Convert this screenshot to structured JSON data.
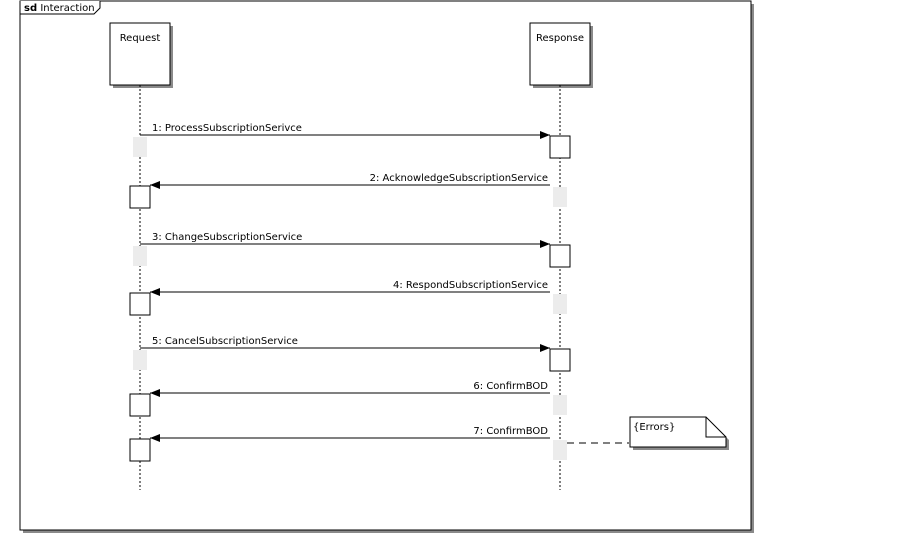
{
  "frame": {
    "keyword": "sd",
    "name": "Interaction"
  },
  "lifelines": [
    {
      "label": "Request"
    },
    {
      "label": "Response"
    }
  ],
  "messages": [
    {
      "label": "1: ProcessSubscriptionSerivce",
      "from": 0,
      "to": 1
    },
    {
      "label": "2: AcknowledgeSubscriptionService",
      "from": 1,
      "to": 0
    },
    {
      "label": "3: ChangeSubscriptionService",
      "from": 0,
      "to": 1
    },
    {
      "label": "4: RespondSubscriptionService",
      "from": 1,
      "to": 0
    },
    {
      "label": "5: CancelSubscriptionService",
      "from": 0,
      "to": 1
    },
    {
      "label": "6: ConfirmBOD",
      "from": 1,
      "to": 0
    },
    {
      "label": "7: ConfirmBOD",
      "from": 1,
      "to": 0
    }
  ],
  "note": {
    "text": "{Errors}",
    "attached_to_message": 7
  }
}
